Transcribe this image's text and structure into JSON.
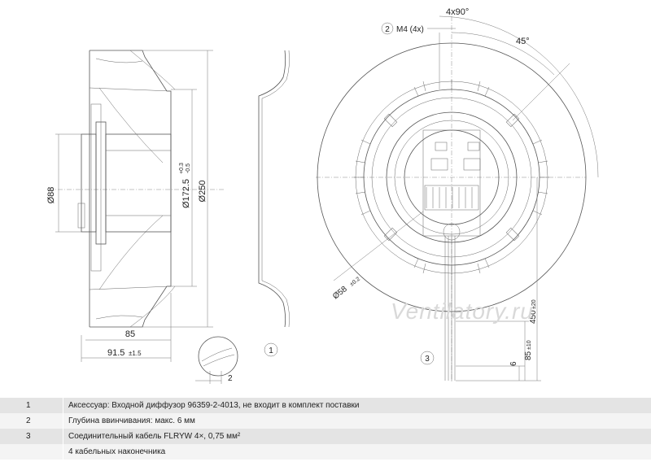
{
  "dimensions": {
    "bolt_angle": "4x90°",
    "thread": "M4 (4x)",
    "thread_ref": "2",
    "angle": "45°",
    "d88": "Ø88",
    "d172": "Ø172.5",
    "d172_tol_top": "+0.3",
    "d172_tol_bottom": "-0.5",
    "d250": "Ø250",
    "d58": "Ø58",
    "d58_tol": "±0.2",
    "len85": "85",
    "len91": "91.5",
    "len91_tol": "±1.5",
    "detail_2": "2",
    "ref_1": "1",
    "ref_3": "3",
    "cable_450": "450",
    "cable_450_tol": "±20",
    "cable_85": "85",
    "cable_85_tol": "±10",
    "cable_6": "6"
  },
  "watermark": "Ventilatory.ru",
  "notes": [
    {
      "num": "1",
      "text": "Аксессуар: Входной диффузор 96359-2-4013, не входит в комплект поставки"
    },
    {
      "num": "2",
      "text": "Глубина ввинчивания: макс. 6 мм"
    },
    {
      "num": "3",
      "text": "Соединительный кабель FLRYW 4×, 0,75 мм²"
    },
    {
      "num": "",
      "text": "4 кабельных наконечника"
    }
  ]
}
